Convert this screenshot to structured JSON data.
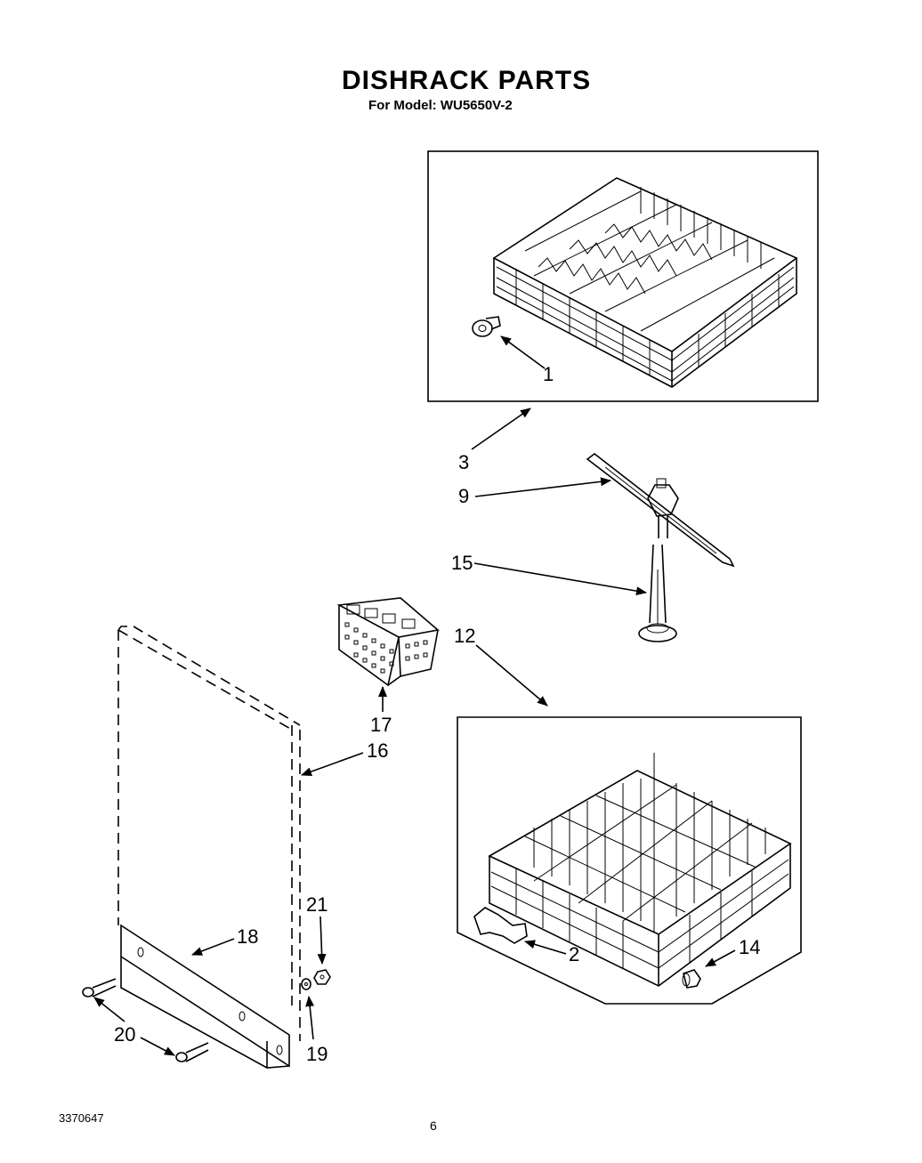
{
  "title": "DISHRACK PARTS",
  "subtitle": "For Model: WU5650V-2",
  "doc_number": "3370647",
  "page_number": "6",
  "callouts": {
    "c1": "1",
    "c2": "2",
    "c3": "3",
    "c9": "9",
    "c12": "12",
    "c14": "14",
    "c15": "15",
    "c16": "16",
    "c17": "17",
    "c18": "18",
    "c19": "19",
    "c20": "20",
    "c21": "21"
  }
}
